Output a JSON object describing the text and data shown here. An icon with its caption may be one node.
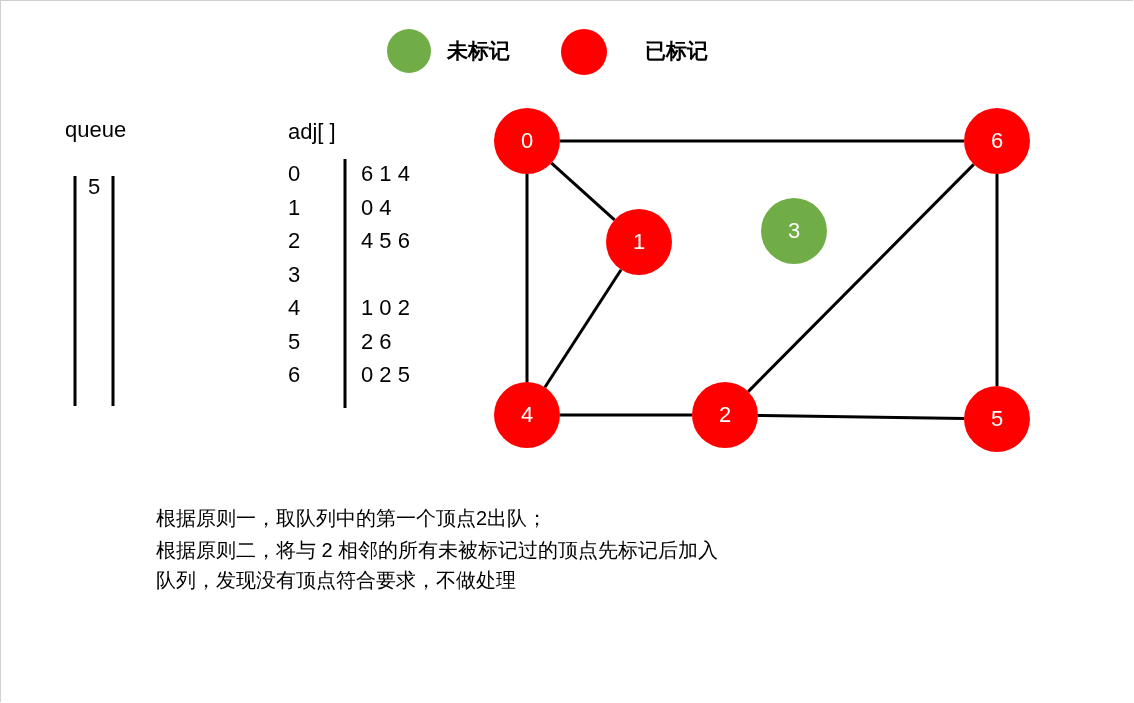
{
  "diagram": {
    "nodes": [
      {
        "text": [
          "0"
        ]
      },
      {
        "text": [
          "6"
        ]
      },
      {
        "text": [
          "1"
        ]
      },
      {
        "text": [
          "3"
        ]
      },
      {
        "text": [
          "4"
        ]
      },
      {
        "text": [
          "2"
        ]
      },
      {
        "text": [
          "5"
        ]
      }
    ],
    "edges": [
      {
        "from": 0,
        "to": 1,
        "arrow": "none"
      },
      {
        "from": 0,
        "to": 2,
        "arrow": "none"
      },
      {
        "from": 0,
        "to": 4,
        "arrow": "none"
      },
      {
        "from": 2,
        "to": 4,
        "arrow": "none"
      },
      {
        "from": 4,
        "to": 5,
        "arrow": "none"
      },
      {
        "from": 5,
        "to": 1,
        "arrow": "none"
      },
      {
        "from": 5,
        "to": 6,
        "arrow": "none"
      },
      {
        "from": 1,
        "to": 6,
        "arrow": "none"
      }
    ],
    "labels": [
      "queue",
      "5",
      "adj[ ]",
      "0",
      "6 1 4",
      "1",
      "0 4",
      "2",
      "4 5 6",
      "3",
      "4",
      "1 0 2",
      "5",
      "2 6",
      "6",
      "0 2 5",
      "根据原则一，取队列中的第一个顶点2出队；",
      "根据原则二，将与 2 相邻的所有未被标记过的顶点先标记后加入队列，发现没有顶点符合要求，不做处理"
    ],
    "legend": [
      {
        "text": "未标记",
        "color": "#70ad47"
      },
      {
        "text": "已标记",
        "color": "#ff0000"
      }
    ]
  }
}
